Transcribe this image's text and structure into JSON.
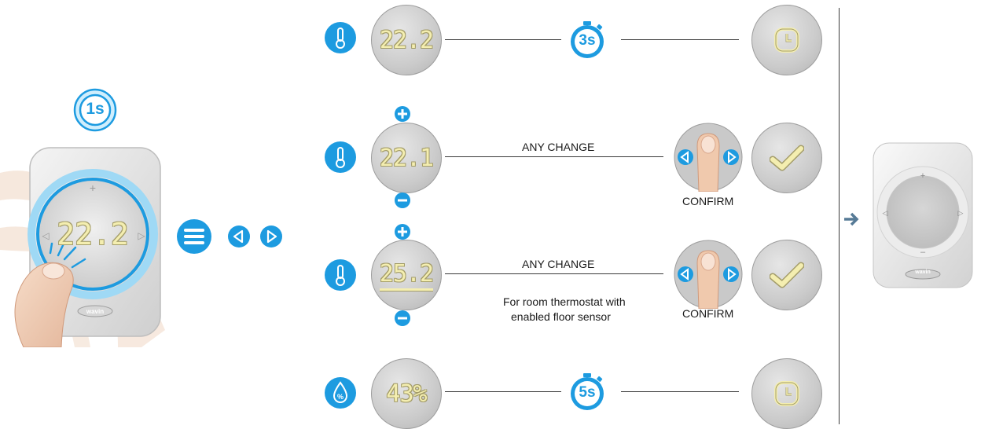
{
  "colors": {
    "accent": "#1d9be0",
    "lcd_text": "#f4eeb0",
    "lcd_bg": "#c8c8c8",
    "line": "#3a3a3a",
    "arrow": "#567a96"
  },
  "left": {
    "hold_time": "1s",
    "display_value": "22.2",
    "brand": "wavin"
  },
  "rows": [
    {
      "icon": "thermometer-icon",
      "display": "22.2",
      "timer": "3s"
    },
    {
      "icon": "thermometer-icon",
      "display": "22.1",
      "change_label": "ANY CHANGE",
      "confirm_label": "CONFIRM"
    },
    {
      "icon": "thermometer-icon",
      "display": "25.2",
      "change_label": "ANY CHANGE",
      "confirm_label": "CONFIRM",
      "note_line1": "For room thermostat with",
      "note_line2": "enabled floor sensor"
    },
    {
      "icon": "humidity-icon",
      "display": "43%",
      "timer": "5s"
    }
  ],
  "result": {
    "brand": "wavin"
  }
}
